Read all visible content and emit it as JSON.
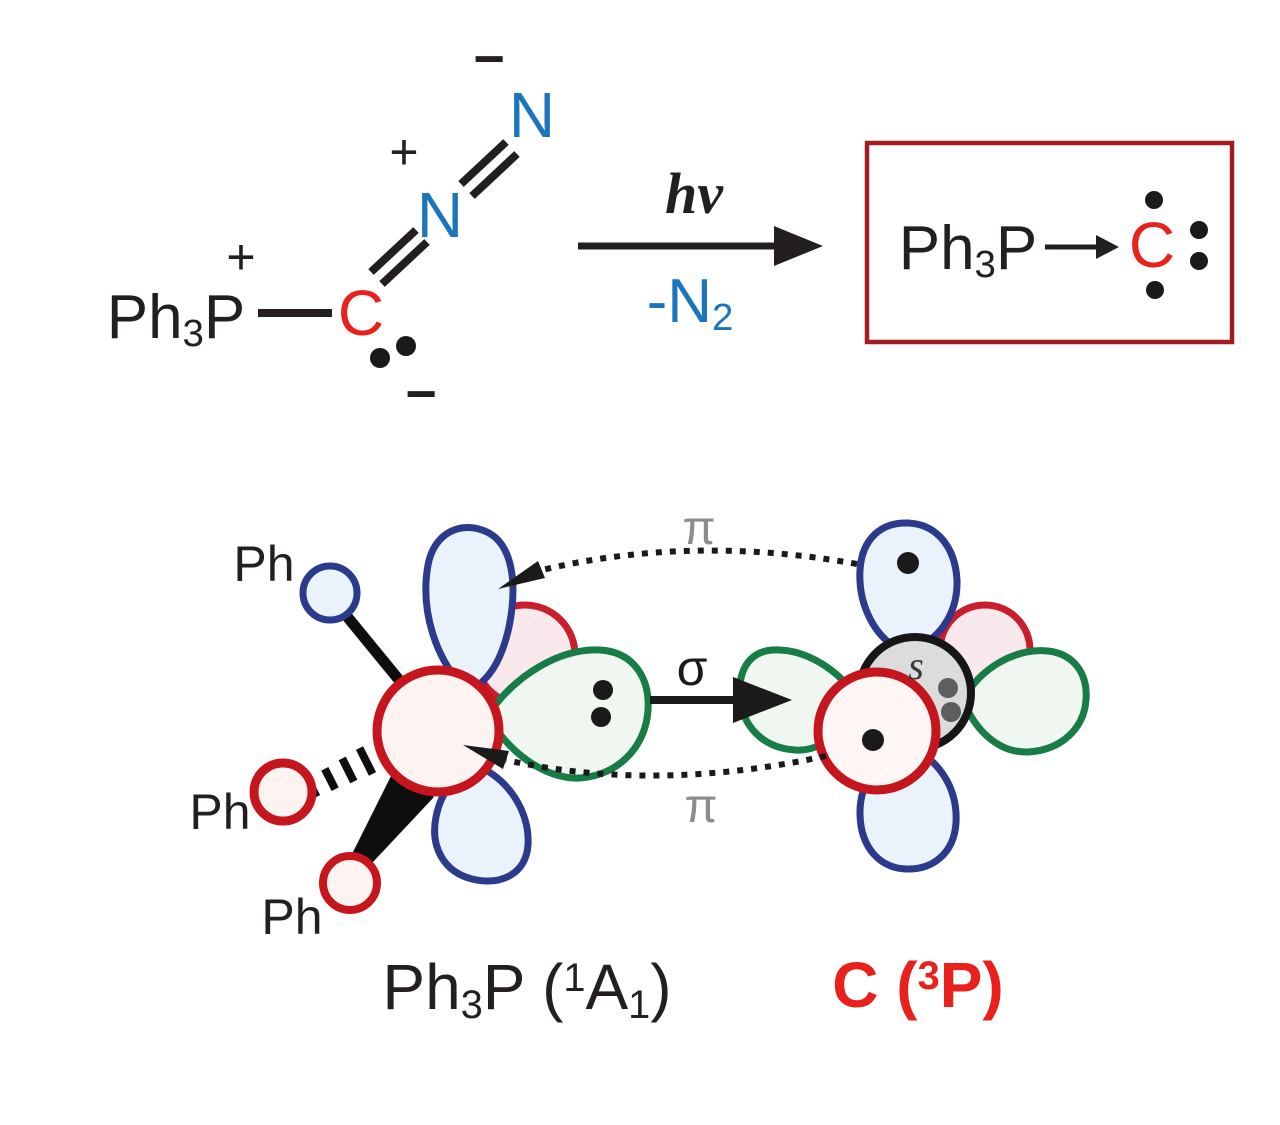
{
  "figure": {
    "type": "chemical-scheme",
    "description_visible_text_only": true,
    "colors": {
      "nitrogen_blue": "#1B75BC",
      "carbon_red": "#E8211D",
      "structure_black": "#231F20",
      "product_box_red": "#A21C26",
      "orbital_blue_stroke": "#2B3A8C",
      "orbital_blue_fill": "#EAF2FB",
      "orbital_green_stroke": "#177C46",
      "orbital_green_fill": "#EFF7F0",
      "orbital_red_stroke": "#C4161C",
      "orbital_red_fill": "#FDF4F2",
      "hidden_lobe_fill": "#F9E9EC",
      "s_orbital_fill": "#DCDCDC",
      "s_orbital_stroke": "#1A1A1A",
      "pi_label_gray": "#8C8C8C"
    }
  },
  "reaction": {
    "reactant": {
      "phosphine": {
        "ph": "Ph",
        "sub": "3",
        "p": "P"
      },
      "p_charge": "+",
      "carbon": "C",
      "carbanion_charge": "−",
      "n_inner": "N",
      "n_inner_charge": "+",
      "n_terminal": "N",
      "n_terminal_charge": "−"
    },
    "arrow": {
      "above": "hν",
      "below_prefix": "-N",
      "below_sub": "2"
    },
    "product": {
      "phosphine": {
        "ph": "Ph",
        "sub": "3",
        "p": "P"
      },
      "carbon": "C"
    }
  },
  "orbital_panel": {
    "sigma_label": "σ",
    "pi_top_label": "π",
    "pi_bottom_label": "π",
    "s_orbital_label": "s",
    "ph_labels": [
      "Ph",
      "Ph",
      "Ph"
    ],
    "left_caption": {
      "ph": "Ph",
      "sub3": "3",
      "p": "P",
      "open": " (",
      "sup1": "1",
      "a": "A",
      "sub1": "1",
      "close": ")"
    },
    "right_caption": {
      "c": "C",
      "open": " (",
      "sup3": "3",
      "p": "P",
      "close": ")"
    }
  }
}
